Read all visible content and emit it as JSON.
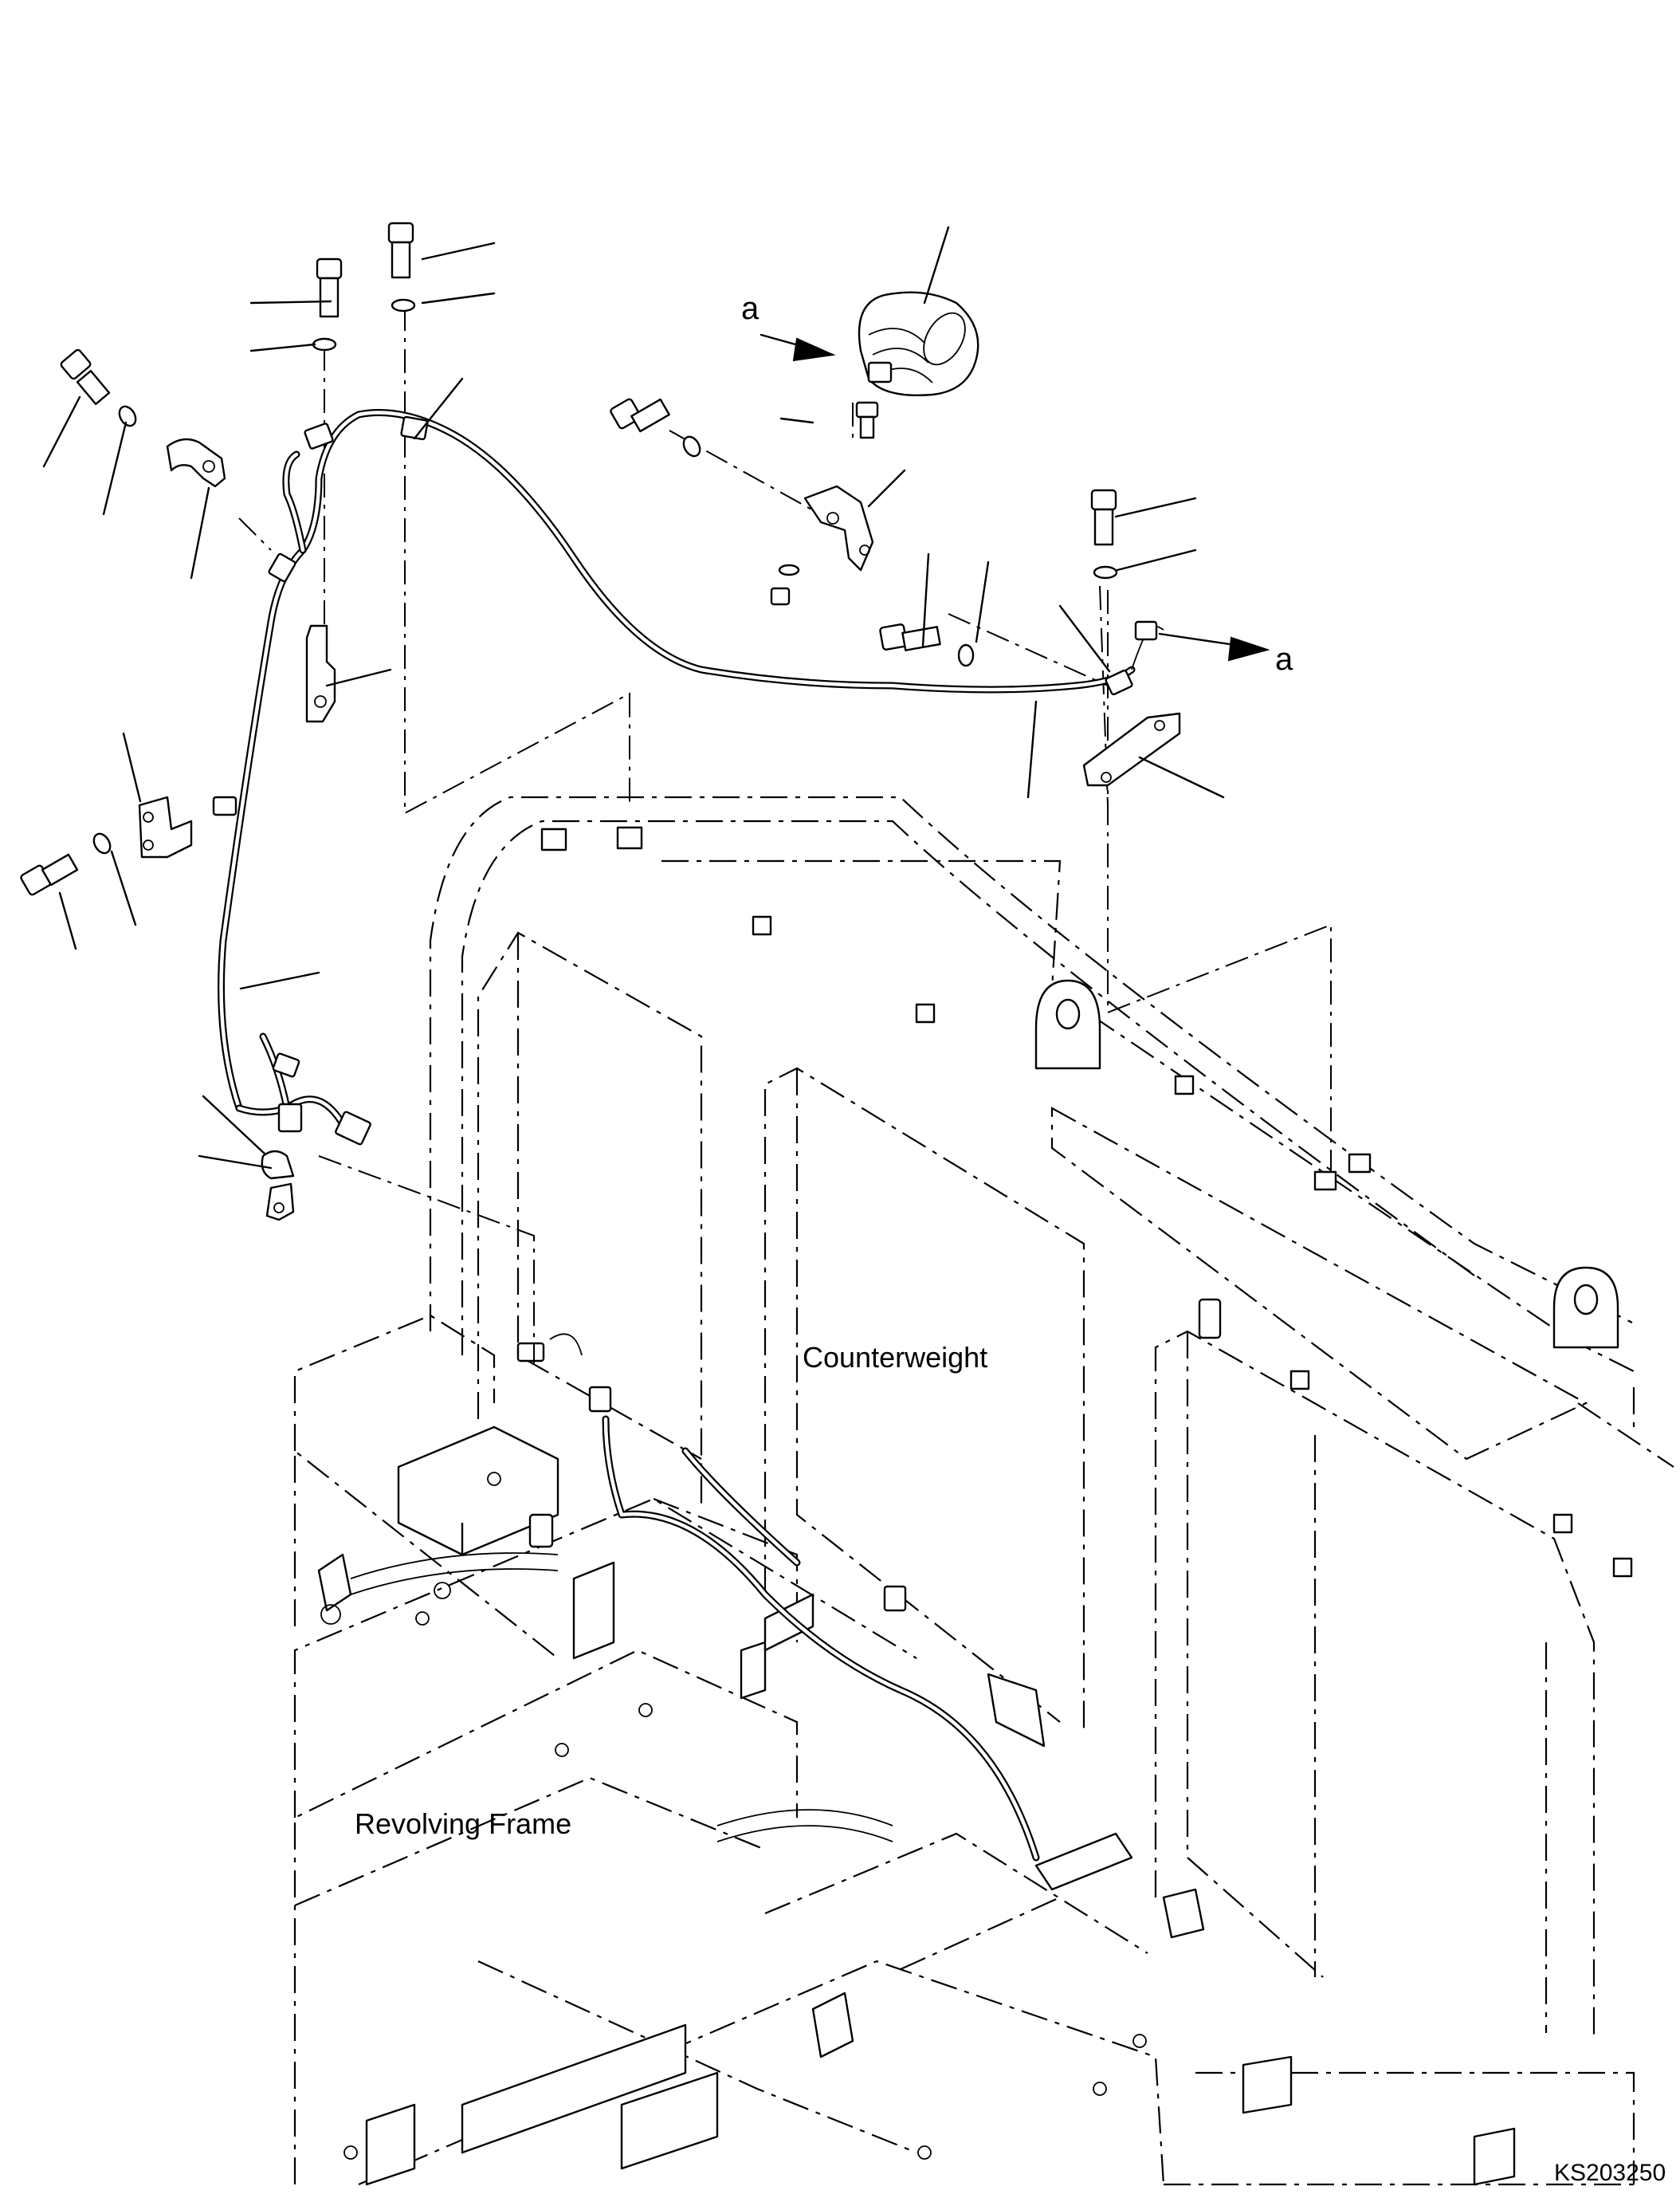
{
  "labels": {
    "arrow_a_top": "a",
    "arrow_a_right": "a",
    "counterweight": "Counterweight",
    "revolving_frame": "Revolving Frame",
    "figure_code": "KS203250"
  }
}
